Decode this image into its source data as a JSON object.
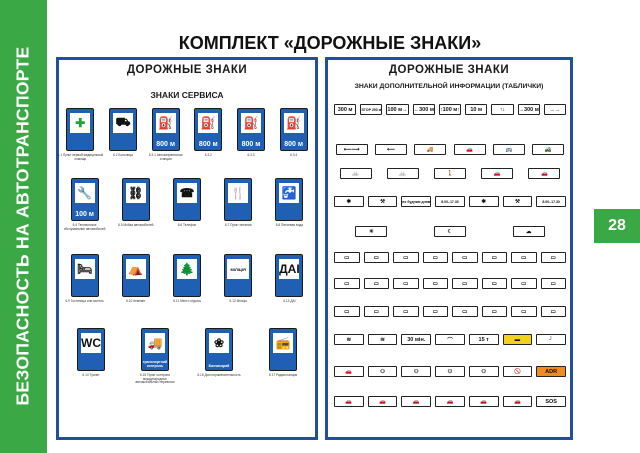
{
  "side_text": "БЕЗОПАСНОСТЬ НА АВТОТРАНСПОРТЕ",
  "page_number": "28",
  "main_title": "КОМПЛЕКТ «ДОРОЖНЫЕ ЗНАКИ»",
  "left_poster": {
    "title": "ДОРОЖНЫЕ ЗНАКИ",
    "subtitle": "ЗНАКИ СЕРВИСА",
    "signs": [
      {
        "glyph": "✚",
        "value": "",
        "color": "#22a33a",
        "id": "6.1",
        "caption": "Пункт первой медицинской помощи"
      },
      {
        "glyph": "⛟",
        "value": "",
        "color": "#111",
        "id": "6.2",
        "caption": "Больница"
      },
      {
        "glyph": "⛽",
        "value": "800 м",
        "color": "#c0262d",
        "id": "6.3.1",
        "caption": "Автозаправочная станция"
      },
      {
        "glyph": "⛽",
        "value": "800 м",
        "color": "#2b7fcf",
        "id": "6.3.2",
        "caption": ""
      },
      {
        "glyph": "⛽",
        "value": "800 м",
        "color": "#8cc43c",
        "id": "6.3.3",
        "caption": ""
      },
      {
        "glyph": "⛽",
        "value": "800 м",
        "color": "#c0262d",
        "id": "6.3.4",
        "caption": ""
      },
      {
        "glyph": "🔧",
        "value": "100 м",
        "color": "#111",
        "id": "6.4",
        "caption": "Техническое обслуживание автомобилей"
      },
      {
        "glyph": "⛓",
        "value": "",
        "color": "#111",
        "id": "6.5",
        "caption": "Мойка автомобилей"
      },
      {
        "glyph": "☎",
        "value": "",
        "color": "#111",
        "id": "6.6",
        "caption": "Телефон"
      },
      {
        "glyph": "🍴",
        "value": "",
        "color": "#111",
        "id": "6.7",
        "caption": "Пункт питания"
      },
      {
        "glyph": "🚰",
        "value": "",
        "color": "#111",
        "id": "6.8",
        "caption": "Питьевая вода"
      },
      {
        "glyph": "🛏",
        "value": "",
        "color": "#111",
        "id": "6.9",
        "caption": "Гостиница или мотель"
      },
      {
        "glyph": "⛺",
        "value": "",
        "color": "#111",
        "id": "6.10",
        "caption": "Кемпинг"
      },
      {
        "glyph": "🌲",
        "value": "",
        "color": "#111",
        "id": "6.11",
        "caption": "Место отдыха"
      },
      {
        "glyph": "МІЛІЦІЯ",
        "value": "",
        "color": "#111",
        "id": "6.12",
        "caption": "Міліція"
      },
      {
        "glyph": "ДАІ",
        "value": "",
        "color": "#111",
        "id": "6.13",
        "caption": "ДАІ"
      },
      {
        "glyph": "WC",
        "value": "",
        "color": "#111",
        "id": "6.14",
        "caption": "Туалет"
      },
      {
        "glyph": "🚚",
        "value": "транспортний контроль",
        "color": "#111",
        "id": "6.15",
        "caption": "Пункт контроля международных автомобильных перевозок"
      },
      {
        "glyph": "❀",
        "value": "Бахчисарай",
        "color": "#111",
        "id": "6.16",
        "caption": "Достопримечательность"
      },
      {
        "glyph": "📻",
        "value": "",
        "color": "#111",
        "id": "6.17",
        "caption": "Радиостанция"
      }
    ]
  },
  "right_poster": {
    "title": "ДОРОЖНЫЕ ЗНАКИ",
    "subtitle": "ЗНАКИ ДОПОЛНИТЕЛЬНОЙ ИНФОРМАЦИИ (ТАБЛИЧКИ)",
    "rows": [
      [
        "300 м",
        "STOP 250 м",
        "100 м→",
        "←300 м",
        "↑100 м↑",
        "10 м",
        "↑↓",
        "→300 м",
        "→→"
      ],
      [
        "⟵⟶",
        "⟵",
        "🚚",
        "🚗",
        "🚌",
        "🚜"
      ],
      [
        "🚲",
        "🚲",
        "🚶",
        "🚗",
        "🚗"
      ],
      [
        "✱",
        "⚒",
        "по будним дням",
        "8.00–17.30",
        "✱",
        "⚒",
        "8.00–17.30"
      ],
      [
        "☀",
        "☾",
        "☁"
      ],
      [
        "▭",
        "▭",
        "▭",
        "▭",
        "▭",
        "▭",
        "▭",
        "▭"
      ],
      [
        "▭",
        "▭",
        "▭",
        "▭",
        "▭",
        "▭",
        "▭",
        "▭"
      ],
      [
        "▭",
        "▭",
        "▭",
        "▭",
        "▭",
        "▭",
        "▭",
        "▭"
      ],
      [
        "≋",
        "≋",
        "30 мін.",
        "⌒",
        "15 т",
        "▬",
        "┘"
      ],
      [
        "🚗",
        "⚇",
        "⚇",
        "⚇",
        "⚇",
        "🚫",
        "ADR"
      ],
      [
        "🚗",
        "🚗",
        "🚗",
        "🚗",
        "🚗",
        "🚗",
        "SOS"
      ]
    ]
  }
}
